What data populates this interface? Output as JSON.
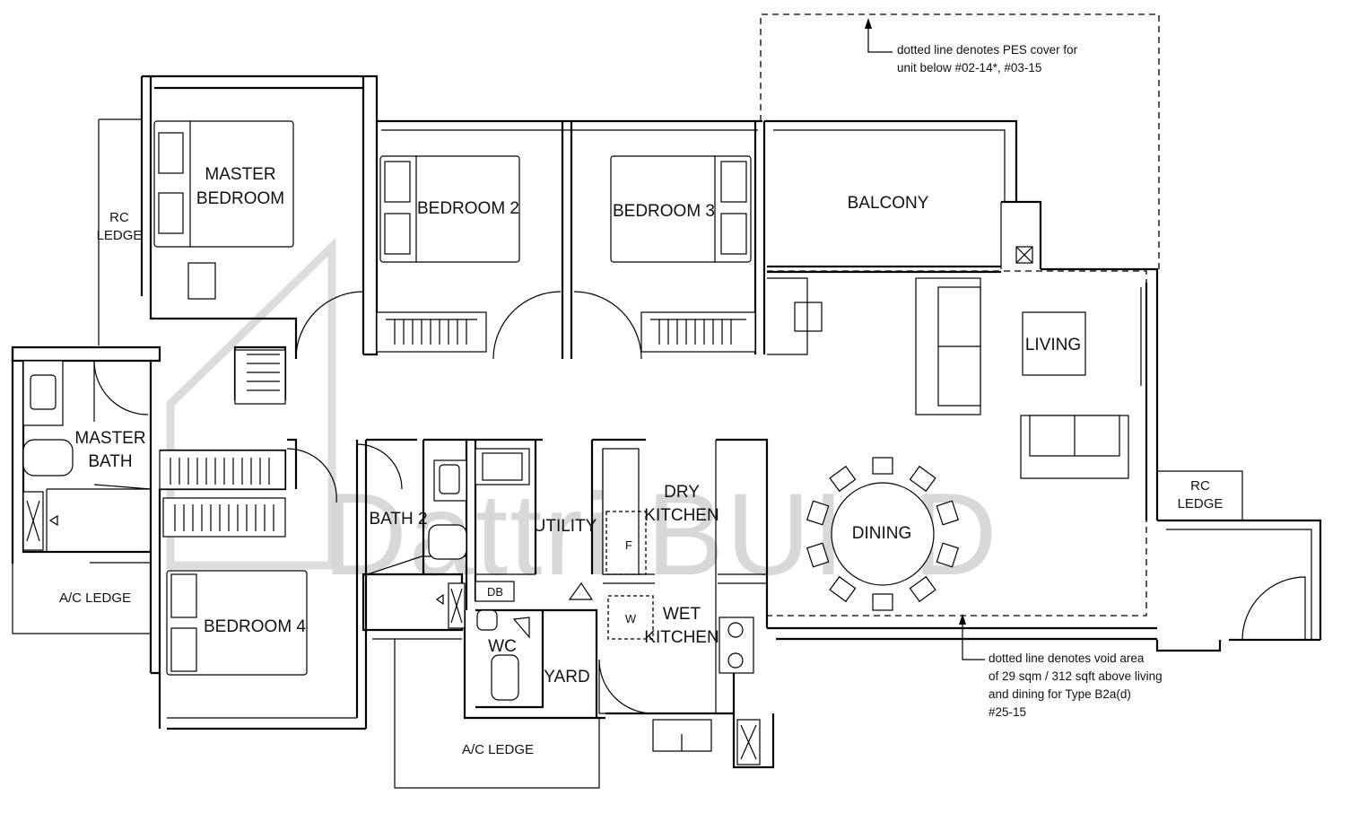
{
  "rooms": {
    "master_bedroom": [
      "MASTER",
      "BEDROOM"
    ],
    "bedroom_2": "BEDROOM 2",
    "bedroom_3": "BEDROOM 3",
    "bedroom_4": "BEDROOM 4",
    "balcony": "BALCONY",
    "living": "LIVING",
    "dining": "DINING",
    "master_bath": [
      "MASTER",
      "BATH"
    ],
    "bath_2": "BATH 2",
    "utility": "UTILITY",
    "dry_kitchen": [
      "DRY",
      "KITCHEN"
    ],
    "wet_kitchen": [
      "WET",
      "KITCHEN"
    ],
    "wc": "WC",
    "yard": "YARD",
    "db": "DB",
    "fridge": "F",
    "washer": "W",
    "rc_ledge_left": [
      "RC",
      "LEDGE"
    ],
    "rc_ledge_right": [
      "RC",
      "LEDGE"
    ],
    "ac_ledge_left": "A/C LEDGE",
    "ac_ledge_bottom": "A/C LEDGE"
  },
  "notes": {
    "pes_cover": [
      "dotted line denotes PES cover for",
      "unit below #02-14*, #03-15"
    ],
    "void_area": [
      "dotted line denotes void area",
      "of 29 sqm / 312 sqft above living",
      "and dining for Type B2a(d)",
      "#25-15"
    ]
  },
  "watermark": "Dattri.BUILD"
}
